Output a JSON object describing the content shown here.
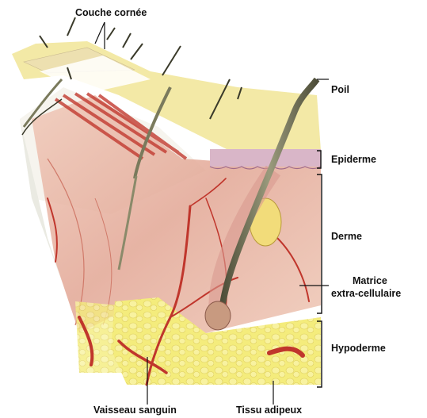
{
  "labels": {
    "couche_cornee": "Couche cornée",
    "poil": "Poil",
    "epiderme": "Epiderme",
    "derme": "Derme",
    "matrice_line1": "Matrice",
    "matrice_line2": "extra-cellulaire",
    "hypoderme": "Hypoderme",
    "vaisseau": "Vaisseau sanguin",
    "tissu": "Tissu adipeux"
  },
  "colors": {
    "stratum": "#f3e9a6",
    "dermis": "#e8b4a6",
    "vessel": "#c0362c",
    "fat": "#f4ec7c",
    "hair": "#6a6a4c",
    "background": "#ffffff"
  }
}
